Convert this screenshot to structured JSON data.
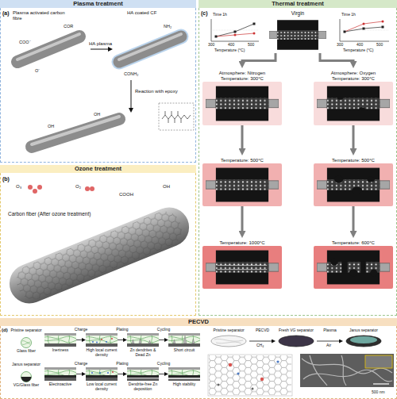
{
  "diagram": {
    "nodes": [
      {
        "text": [
          "Plasma treatment"
        ]
      },
      {
        "text": [
          "Thermal treatment"
        ]
      },
      {
        "text": [
          "Virgin"
        ],
        "in": 1
      },
      {
        "text": [
          "Atmosphere: Nitrogen Temperature: 300°C"
        ],
        "in": 1
      },
      {
        "text": [
          "Temperature: 500°C"
        ],
        "in": 1
      },
      {
        "text": [
          "Temperature: 1000°C"
        ],
        "in": 1
      },
      {
        "text": [
          "Atmosphere: Oxygen Temperature: 300°C"
        ],
        "in": 1
      },
      {
        "text": [
          "Temperature: 500°C"
        ],
        "in": 1
      },
      {
        "text": [
          "Temperature: 600°C"
        ],
        "in": 1
      },
      {
        "text": [
          "Ozone treatment"
        ]
      },
      {
        "text": [
          "PECVD"
        ]
      },
      {
        "text": [
          "Pristine separator",
          "Glass fiber"
        ],
        "in": 10
      },
      {
        "text": [
          "Inertness"
        ],
        "in": 10
      },
      {
        "text": [
          "High local current density"
        ],
        "in": 10
      },
      {
        "text": [
          "Zn dendrites & Dead Zn"
        ],
        "in": 10
      },
      {
        "text": [
          "Short circuit"
        ],
        "in": 10
      },
      {
        "text": [
          "Janus separator",
          "VG/Glass fiber"
        ],
        "in": 10
      },
      {
        "text": [
          "Electroactive"
        ],
        "in": 10
      },
      {
        "text": [
          "Low local current density"
        ],
        "in": 10
      },
      {
        "text": [
          "Dendrite-free Zn deposition"
        ],
        "in": 10
      },
      {
        "text": [
          "High stability"
        ],
        "in": 10
      },
      {
        "text": [
          "Pristine separator"
        ],
        "in": 10
      },
      {
        "text": [
          "Fresh VG separator"
        ],
        "in": 10
      },
      {
        "text": [
          "Janus separator"
        ],
        "in": 10
      }
    ],
    "edges": [
      {
        "from": 2,
        "to": 3,
        "arrow": "to"
      },
      {
        "from": 2,
        "to": 6,
        "arrow": "to"
      },
      {
        "from": 3,
        "to": 4,
        "arrow": "to"
      },
      {
        "from": 4,
        "to": 5,
        "arrow": "to"
      },
      {
        "from": 6,
        "to": 7,
        "arrow": "to"
      },
      {
        "from": 7,
        "to": 8,
        "arrow": "to"
      },
      {
        "from": 12,
        "to": 13,
        "label": "Charge",
        "arrow": "to"
      },
      {
        "from": 13,
        "to": 14,
        "label": "Plating",
        "arrow": "to"
      },
      {
        "from": 14,
        "to": 15,
        "label": "Cycling",
        "arrow": "to"
      },
      {
        "from": 17,
        "to": 18,
        "label": "Charge",
        "arrow": "to"
      },
      {
        "from": 18,
        "to": 19,
        "label": "Plating",
        "arrow": "to"
      },
      {
        "from": 19,
        "to": 20,
        "label": "Cycling",
        "arrow": "to"
      },
      {
        "from": 21,
        "to": 22,
        "label": "PECVD",
        "arrow": "to"
      },
      {
        "from": 22,
        "to": 23,
        "label": "Plasma",
        "arrow": "to"
      }
    ],
    "labels": [
      "(a)",
      "Plasma activated carbon fibre",
      "HA plasma",
      "HA coated CF",
      "Reaction with epoxy",
      "COR",
      "COO⁻",
      "O⁻",
      "NH₂",
      "CONH₂",
      "OH",
      "OH",
      "(b)",
      "O₃",
      "O₂",
      "COOH",
      "OH",
      "Carbon fiber (After ozone treatment)",
      "(c)",
      "Time 1h",
      "300",
      "400",
      "500",
      "Temperature (°C)",
      "Time 1h",
      "300",
      "400",
      "500",
      "Temperature (°C)",
      "(d)",
      "CH₄",
      "Air",
      "500 nm"
    ]
  }
}
